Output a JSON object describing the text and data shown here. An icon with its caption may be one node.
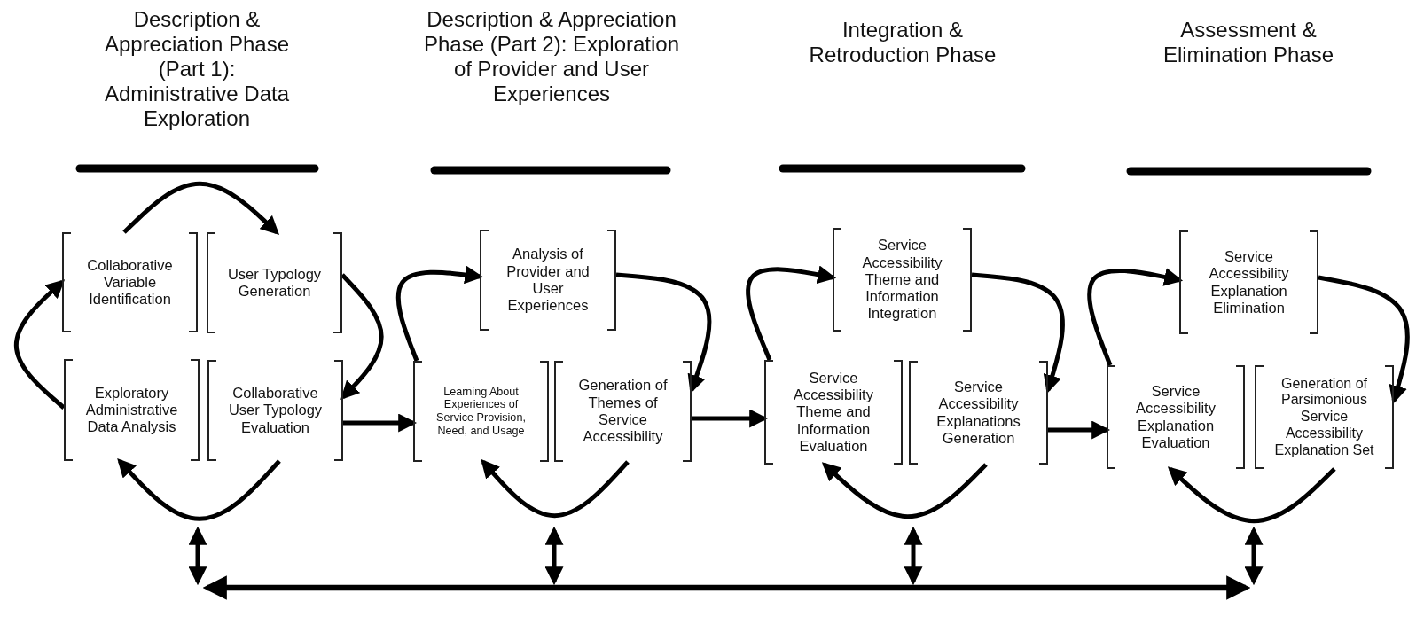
{
  "diagram": {
    "nodes": [
      {
        "text": [
          "Collaborative Variable Identification"
        ]
      },
      {
        "text": [
          "User Typology Generation"
        ]
      },
      {
        "text": [
          "Exploratory Administrative Data Analysis"
        ]
      },
      {
        "text": [
          "Collaborative User Typology Evaluation"
        ]
      },
      {
        "text": [
          "Analysis of Provider and User Experiences"
        ]
      },
      {
        "text": [
          "Learning About Experiences of Service Provision, Need, and Usage"
        ]
      },
      {
        "text": [
          "Generation of Themes of Service Accessibility"
        ]
      },
      {
        "text": [
          "Service Accessibility Theme and Information Integration"
        ]
      },
      {
        "text": [
          "Service Accessibility Theme and Information Evaluation"
        ]
      },
      {
        "text": [
          "Service Accessibility Explanations Generation"
        ]
      },
      {
        "text": [
          "Service Accessibility Explanation Elimination"
        ]
      },
      {
        "text": [
          "Service Accessibility Explanation Evaluation"
        ]
      },
      {
        "text": [
          "Generation of Parsimonious Service Accessibility Explanation Set"
        ]
      },
      {
        "text": [],
        "shape": "bar"
      }
    ],
    "edges": [
      {
        "from": 0,
        "to": 1,
        "arrow": "to"
      },
      {
        "from": 1,
        "to": 3,
        "arrow": "to"
      },
      {
        "from": 3,
        "to": 2,
        "arrow": "to"
      },
      {
        "from": 2,
        "to": 0,
        "arrow": "to"
      },
      {
        "from": 3,
        "to": 5,
        "arrow": "to"
      },
      {
        "from": 5,
        "to": 4,
        "arrow": "to"
      },
      {
        "from": 4,
        "to": 6,
        "arrow": "to"
      },
      {
        "from": 6,
        "to": 5,
        "arrow": "to"
      },
      {
        "from": 6,
        "to": 8,
        "arrow": "to"
      },
      {
        "from": 8,
        "to": 7,
        "arrow": "to"
      },
      {
        "from": 7,
        "to": 9,
        "arrow": "to"
      },
      {
        "from": 9,
        "to": 8,
        "arrow": "to"
      },
      {
        "from": 9,
        "to": 11,
        "arrow": "to"
      },
      {
        "from": 11,
        "to": 10,
        "arrow": "to"
      },
      {
        "from": 10,
        "to": 12,
        "arrow": "to"
      },
      {
        "from": 12,
        "to": 11,
        "arrow": "to"
      },
      {
        "from": null,
        "to": 13,
        "arrow": "both"
      },
      {
        "from": null,
        "to": 13,
        "arrow": "both"
      },
      {
        "from": null,
        "to": 13,
        "arrow": "both"
      },
      {
        "from": null,
        "to": 13,
        "arrow": "both"
      }
    ],
    "labels": [
      "Description & Appreciation Phase (Part 1): Administrative Data Exploration",
      "Description & Appreciation Phase (Part 2): Exploration of Provider and User Experiences",
      "Integration & Retroduction Phase",
      "Assessment & Elimination Phase"
    ]
  }
}
